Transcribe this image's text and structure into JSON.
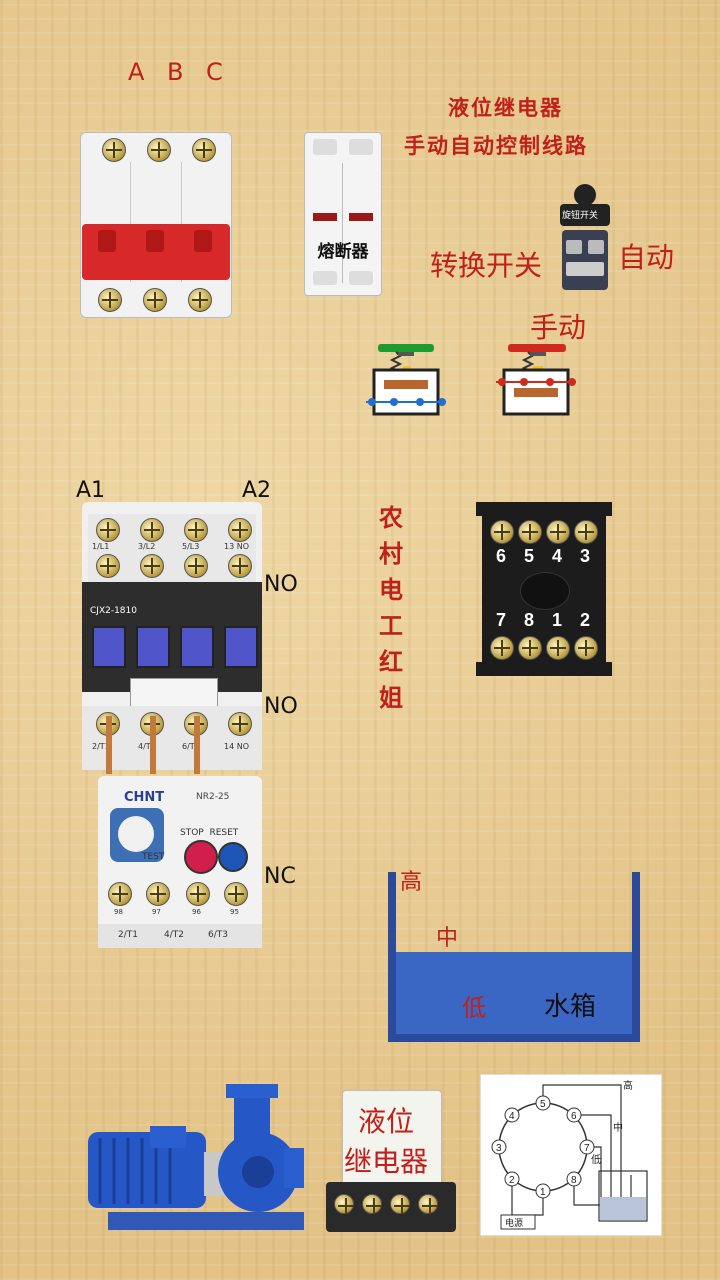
{
  "phases": [
    "A",
    "B",
    "C"
  ],
  "title_line1": "液位继电器",
  "title_line2": "手动自动控制线路",
  "fuse_label": "熔断器",
  "selector_switch": {
    "label": "转换开关",
    "auto": "自动",
    "manual": "手动",
    "knob_text": "旋钮开关"
  },
  "contactor": {
    "a1": "A1",
    "a2": "A2",
    "no_top": "NO",
    "no_bottom": "NO",
    "nc": "NC",
    "model": "CJX2-1810",
    "top_terminals": [
      "1/L1",
      "3/L2",
      "5/L3",
      "13 NO"
    ],
    "bottom_terminals": [
      "2/T1",
      "4/T2",
      "6/T3",
      "14 NO"
    ]
  },
  "overload": {
    "brand": "CHNT",
    "model": "NR2-25",
    "stop_reset": "STOP  RESET",
    "test": "TEST",
    "terminals": [
      "2/T1",
      "4/T2",
      "6/T3"
    ],
    "contact_nums": [
      "98",
      "97",
      "96",
      "95"
    ]
  },
  "watermark_vertical": [
    "农",
    "村",
    "电",
    "工",
    "红",
    "姐"
  ],
  "relay_base": {
    "top_numbers": [
      "6",
      "5",
      "4",
      "3"
    ],
    "bottom_numbers": [
      "7",
      "8",
      "1",
      "2"
    ]
  },
  "tank": {
    "high": "高",
    "mid": "中",
    "low": "低",
    "name": "水箱"
  },
  "liquid_relay_label_line1": "液位",
  "liquid_relay_label_line2": "继电器",
  "wiring_diagram": {
    "high": "高",
    "mid": "中",
    "low": "低",
    "power": "电源",
    "pins": [
      "1",
      "2",
      "3",
      "4",
      "5",
      "6",
      "7",
      "8"
    ]
  },
  "colors": {
    "accent_red": "#c0201a",
    "water_blue": "#3a66c4",
    "breaker_red": "#d8292a",
    "contactor_dark": "#2d2d2d",
    "coil_blue": "#4f55c8"
  }
}
